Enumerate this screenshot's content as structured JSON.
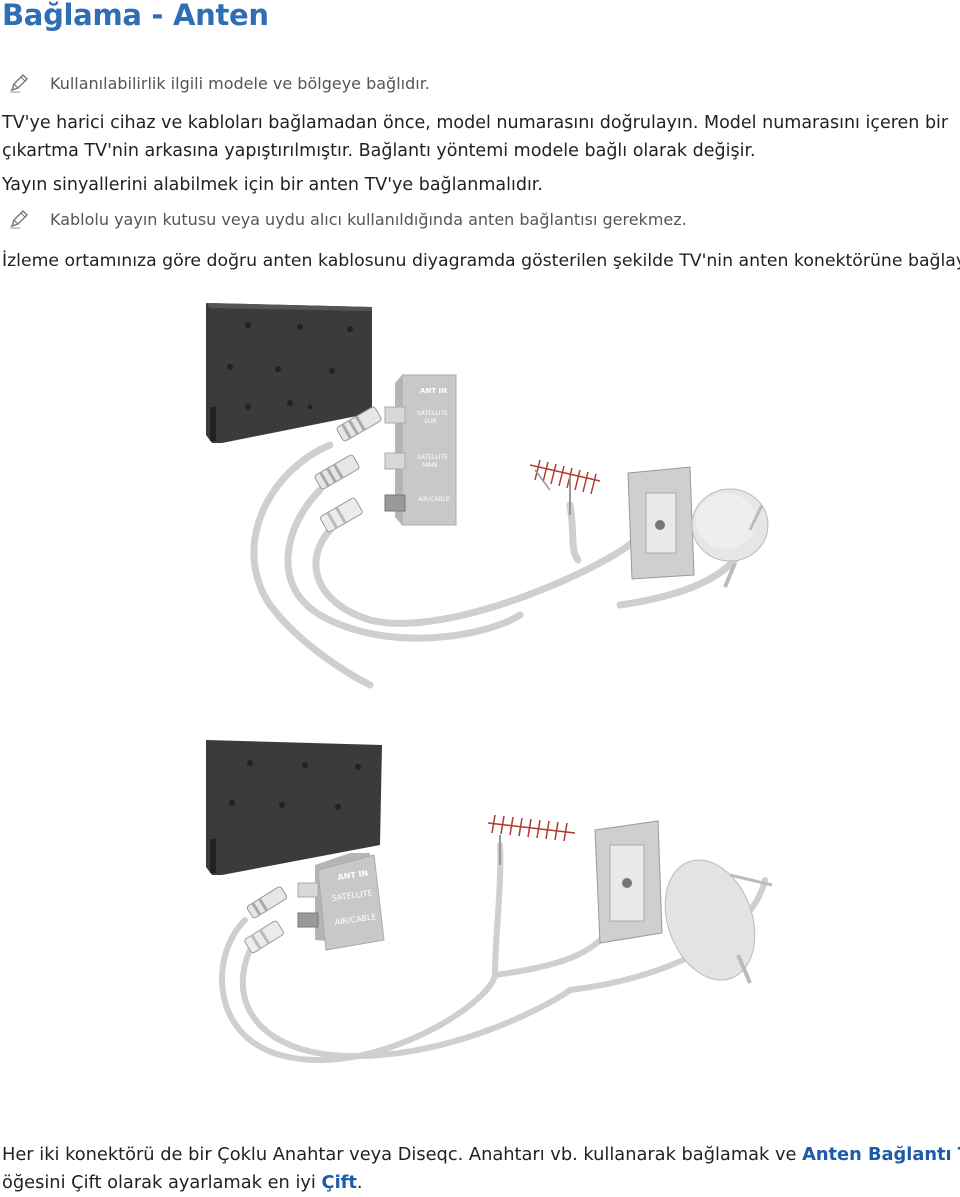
{
  "page": {
    "title": "Bağlama - Anten",
    "note1": "Kullanılabilirlik ilgili modele ve bölgeye bağlıdır.",
    "para1_line1": "TV'ye harici cihaz ve kabloları bağlamadan önce, model numarasını doğrulayın. Model numarasını içeren bir",
    "para1_line2": "çıkartma TV'nin arkasına yapıştırılmıştır. Bağlantı yöntemi modele bağlı olarak değişir.",
    "para2": "Yayın sinyallerini alabilmek için bir anten TV'ye bağlanmalıdır.",
    "note2": "Kablolu yayın kutusu veya uydu alıcı kullanıldığında anten bağlantısı gerekmez.",
    "para3": "İzleme ortamınıza göre doğru anten kablosunu diyagramda gösterilen şekilde TV'nin anten konektörüne bağlayın.",
    "para4_line1_a": "Her iki konektörü de bir Çoklu Anahtar veya Diseqc. Anahtarı vb. kullanarak bağlamak ve ",
    "para4_line1_b": "Anten Bağlantı Tipi",
    "para4_line2_a": "öğesini Çift olarak ayarlamak en iyi ",
    "para4_line2_b": "Çift",
    "para4_line2_c": "."
  },
  "diagram1": {
    "ant_in": "ANT IN",
    "satellite_sub_1": "SATELLITE",
    "satellite_sub_2": "SUB",
    "satellite_main_1": "SATELLITE",
    "satellite_main_2": "MAIN",
    "air_cable": "AIR/CABLE"
  },
  "diagram2": {
    "ant_in": "ANT IN",
    "satellite": "SATELLITE",
    "air_cable": "AIR/CABLE"
  },
  "colors": {
    "title": "#2f6db4",
    "accent": "#1d5aa8",
    "tv": "#3a3a3a",
    "cable": "#d9d9d9"
  }
}
